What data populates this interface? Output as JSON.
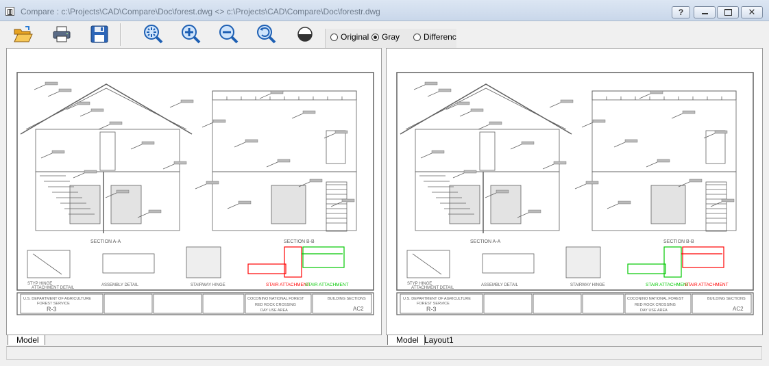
{
  "window": {
    "title": "Compare : c:\\Projects\\CAD\\Compare\\Doc\\forest.dwg <> c:\\Projects\\CAD\\Compare\\Doc\\forestr.dwg",
    "help_label": "?",
    "icons": [
      "app-icon",
      "help-icon",
      "minimize-icon",
      "maximize-icon",
      "close-icon"
    ]
  },
  "toolbar": {
    "icons": [
      "open-folder-icon",
      "print-icon",
      "save-icon",
      "zoom-extents-icon",
      "zoom-in-icon",
      "zoom-out-icon",
      "zoom-previous-icon",
      "half-circle-icon"
    ],
    "view_modes": [
      {
        "label": "Original",
        "selected": false
      },
      {
        "label": "Gray",
        "selected": true
      },
      {
        "label": "Differenc",
        "selected": false
      }
    ]
  },
  "panes": {
    "left": {
      "tabs": [
        "Model"
      ],
      "section_a": "SECTION A-A",
      "section_b": "SECTION B-B",
      "detail_1": "STYP HINGE ATTACHMENT DETAIL",
      "detail_2": "ASSEMBLY DETAIL",
      "detail_3": "STAIRWAY HINGE",
      "detail_4": "STAIR ATTACHMENT",
      "title_dept": "U.S. DEPARTMENT OF AGRICULTURE",
      "title_service": "FOREST SERVICE",
      "title_region": "R-3",
      "title_forest": "COCONINO NATIONAL FOREST",
      "title_area": "RED ROCK CROSSING",
      "title_sub": "DAY USE AREA",
      "title_sheet": "BUILDING SECTIONS",
      "title_num": "AC2"
    },
    "right": {
      "tabs": [
        "Model",
        "Layout1"
      ],
      "section_a": "SECTION A-A",
      "section_b": "SECTION B-B",
      "detail_1": "STYP HINGE ATTACHMENT DETAIL",
      "detail_2": "ASSEMBLY DETAIL",
      "detail_3": "STAIRWAY HINGE",
      "detail_4": "STAIR ATTACHMENT",
      "title_dept": "U.S. DEPARTMENT OF AGRICULTURE",
      "title_service": "FOREST SERVICE",
      "title_region": "R-3",
      "title_forest": "COCONINO NATIONAL FOREST",
      "title_area": "RED ROCK CROSSING",
      "title_sub": "DAY USE AREA",
      "title_sheet": "BUILDING SECTIONS",
      "title_num": "AC2"
    }
  },
  "colors": {
    "diff_red": "#ff0000",
    "diff_green": "#00c800",
    "drawing_gray": "#606060"
  }
}
